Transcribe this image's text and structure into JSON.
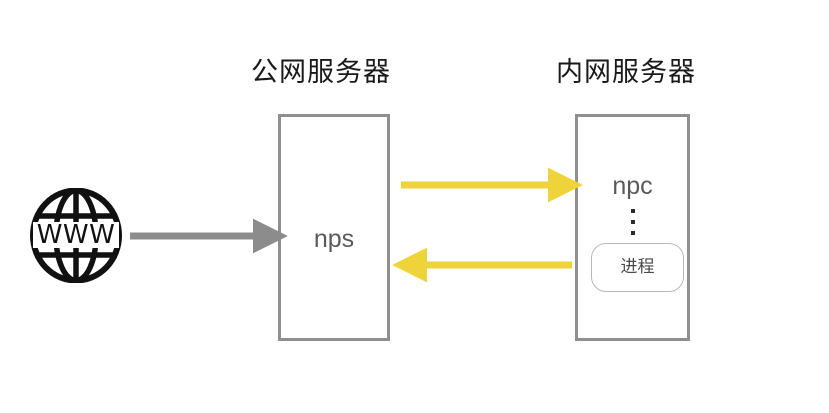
{
  "diagram": {
    "title_public_server": "公网服务器",
    "title_private_server": "内网服务器",
    "public_box": {
      "label": "nps"
    },
    "private_box": {
      "label": "npc",
      "ellipsis": "⋮",
      "process_label": "进程"
    },
    "internet": {
      "icon": "globe-www-icon",
      "text": "WWW"
    },
    "arrows": [
      {
        "name": "internet-to-nps",
        "from": "www-globe",
        "to": "nps",
        "direction": "right",
        "color": "#8c8c8c"
      },
      {
        "name": "nps-to-npc",
        "from": "nps",
        "to": "npc",
        "direction": "right",
        "color": "#efd33a"
      },
      {
        "name": "npc-to-nps",
        "from": "npc",
        "to": "nps",
        "direction": "left",
        "color": "#efd33a"
      }
    ],
    "colors": {
      "box_border": "#8f8f8f",
      "accent_yellow": "#efd33a",
      "arrow_gray": "#8c8c8c",
      "text_dark": "#1a1a1a",
      "text_gray": "#5a5a5a",
      "pill_border": "#b8b8b8",
      "background": "#ffffff"
    }
  }
}
